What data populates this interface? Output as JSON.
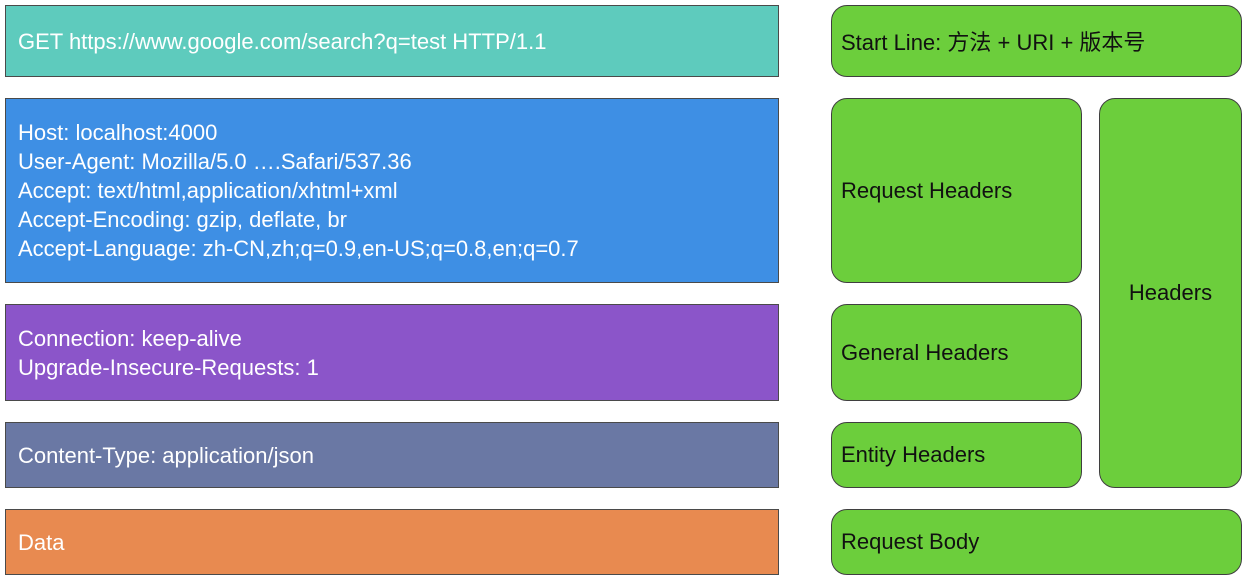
{
  "left": {
    "start_line": {
      "lines": [
        "GET https://www.google.com/search?q=test HTTP/1.1"
      ],
      "color": "#5ecbbd"
    },
    "request_headers": {
      "lines": [
        "Host: localhost:4000",
        "User-Agent: Mozilla/5.0 ….Safari/537.36",
        "Accept: text/html,application/xhtml+xml",
        "Accept-Encoding: gzip, deflate, br",
        "Accept-Language: zh-CN,zh;q=0.9,en-US;q=0.8,en;q=0.7"
      ],
      "color": "#3e8fe4"
    },
    "general_headers": {
      "lines": [
        "Connection: keep-alive",
        "Upgrade-Insecure-Requests: 1"
      ],
      "color": "#8b55c9"
    },
    "entity_headers": {
      "lines": [
        "Content-Type: application/json"
      ],
      "color": "#6a78a4"
    },
    "body": {
      "lines": [
        "Data"
      ],
      "color": "#e88a50"
    }
  },
  "right": {
    "start_line_label": "Start Line: 方法 + URI + 版本号",
    "request_headers_label": "Request Headers",
    "general_headers_label": "General Headers",
    "entity_headers_label": "Entity Headers",
    "headers_label": "Headers",
    "request_body_label": "Request Body",
    "color": "#6cce3c"
  }
}
